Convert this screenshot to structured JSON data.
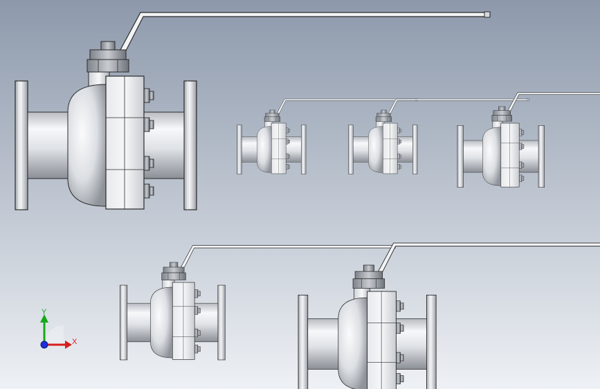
{
  "viewport": {
    "background_top": "#8d99ab",
    "background_bottom": "#eef1f5"
  },
  "valves": [
    {
      "id": "valve-large-top-left"
    },
    {
      "id": "valve-small-1"
    },
    {
      "id": "valve-small-2"
    },
    {
      "id": "valve-small-3"
    },
    {
      "id": "valve-medium-bottom"
    },
    {
      "id": "valve-large-bottom"
    }
  ],
  "triad": {
    "x_label": "X",
    "y_label": "Y",
    "x_color": "#d81e1e",
    "y_color": "#17a81a",
    "z_color": "#1c2fd8"
  },
  "colors": {
    "metal_light": "#f7f8fa",
    "metal_dark": "#8b8f96",
    "outline": "#2a2a2a"
  }
}
